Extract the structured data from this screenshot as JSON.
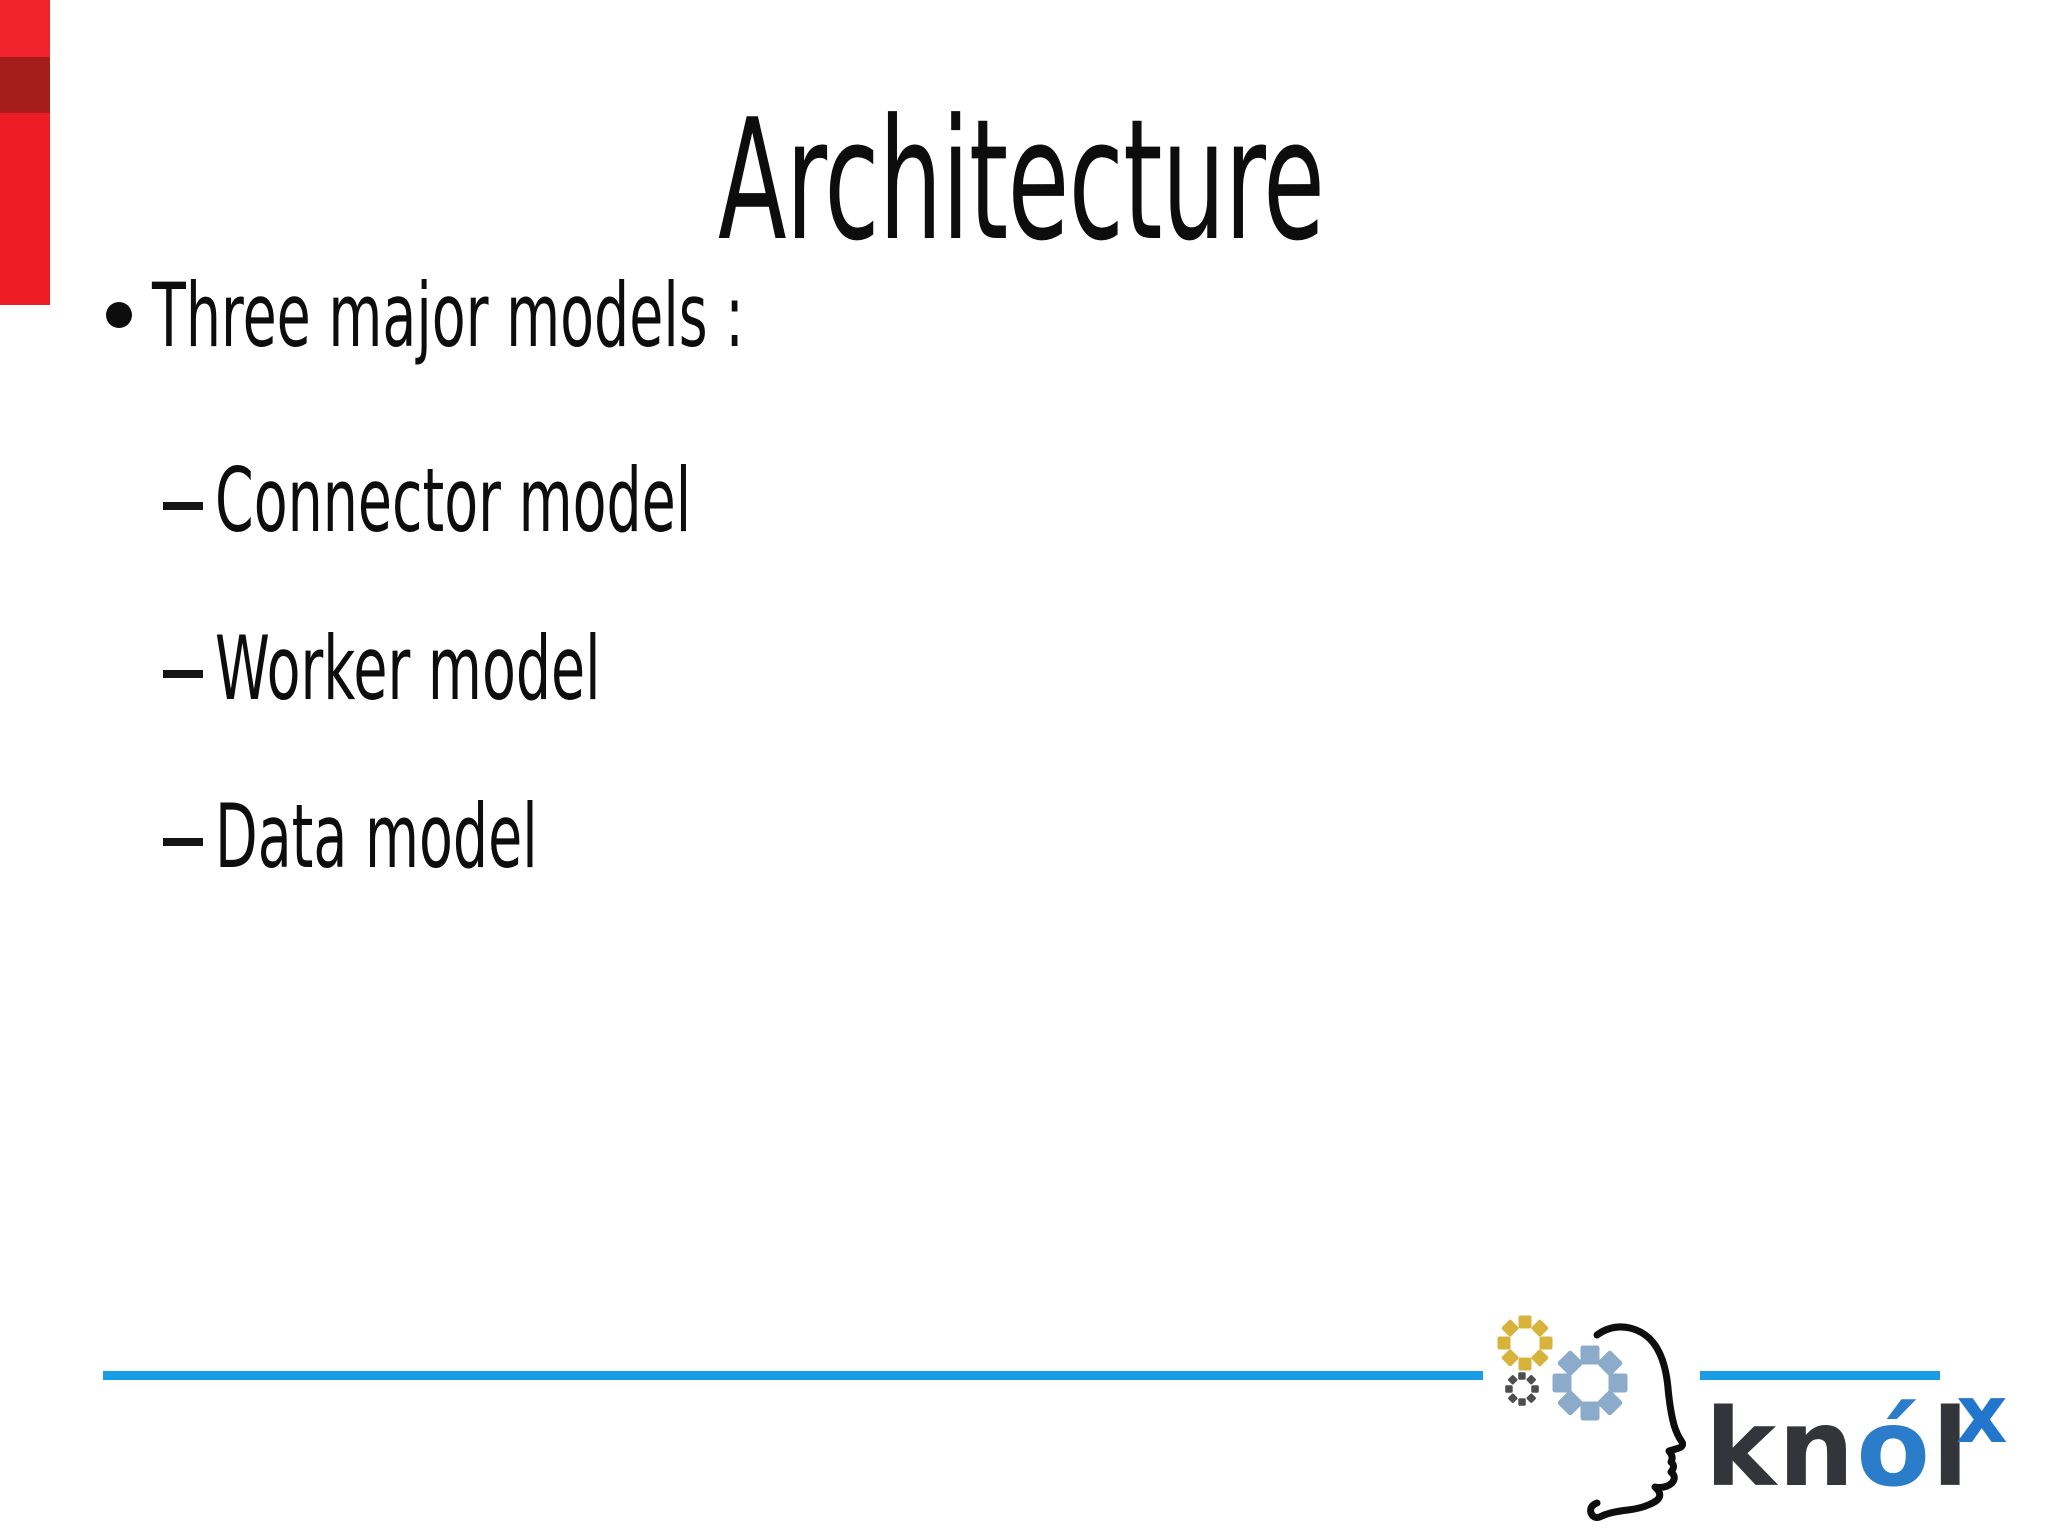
{
  "slide": {
    "title": "Architecture",
    "bullet": {
      "label": "Three major models :"
    },
    "sub_bullets": [
      {
        "label": "Connector model"
      },
      {
        "label": "Worker model"
      },
      {
        "label": "Data model"
      }
    ]
  },
  "artifact_bar": {
    "color_top": "#f2232b",
    "color_band": "#a51d1b",
    "color_bottom": "#ee1c24"
  },
  "divider": {
    "color": "#1b9de6"
  },
  "logo": {
    "text_kn": "kn",
    "text_o": "ó",
    "text_l": "l",
    "text_x": "x",
    "color_dark": "#33353a",
    "color_blue": "#2b7cc9",
    "color_x": "#2277cc",
    "color_line": "#1b9de6",
    "gear_yellow": "#d8b33c",
    "gear_blue": "#8caac9",
    "gear_dark": "#4e4e4e",
    "head_stroke": "#0e0e0e"
  }
}
